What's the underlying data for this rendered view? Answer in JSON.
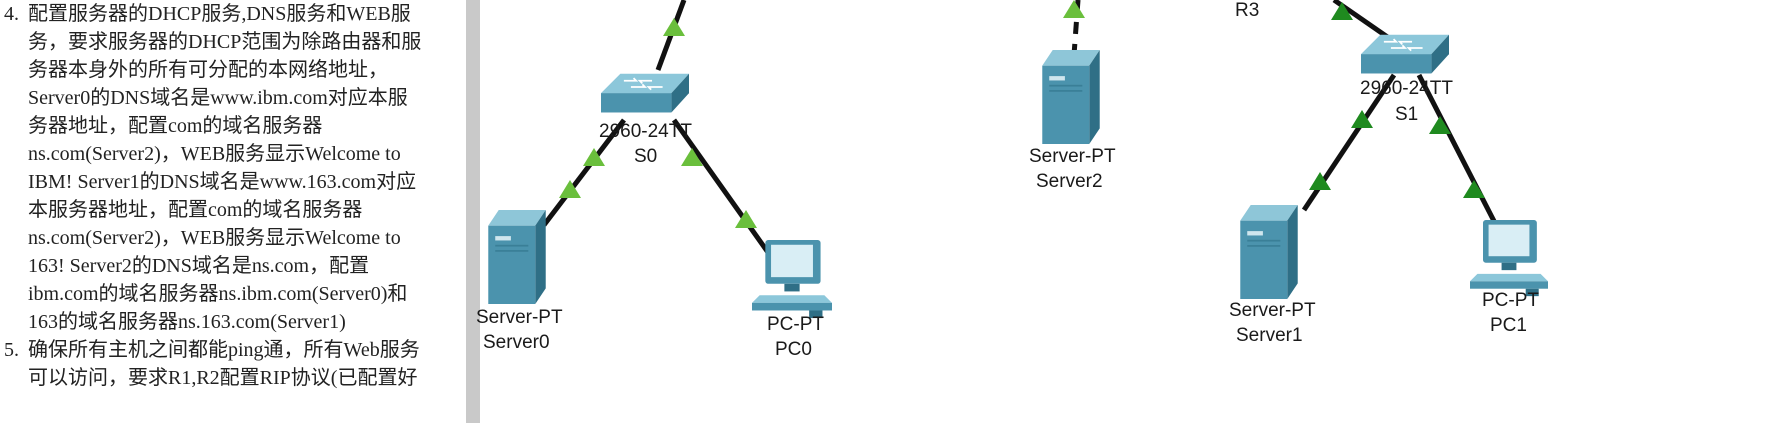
{
  "instructions": {
    "items": [
      {
        "number": "4.",
        "lines": [
          "配置服务器的DHCP服务,DNS服务和WEB服",
          "务，要求服务器的DHCP范围为除路由器和服",
          "务器本身外的所有可分配的本网络地址，",
          "Server0的DNS域名是www.ibm.com对应本服",
          "务器地址，配置com的域名服务器",
          "ns.com(Server2)，WEB服务显示Welcome to",
          "IBM! Server1的DNS域名是www.163.com对应",
          "本服务器地址，配置com的域名服务器",
          "ns.com(Server2)，WEB服务显示Welcome to",
          "163! Server2的DNS域名是ns.com，配置",
          "ibm.com的域名服务器ns.ibm.com(Server0)和",
          "163的域名服务器ns.163.com(Server1)"
        ]
      },
      {
        "number": "5.",
        "lines": [
          "确保所有主机之间都能ping通，所有Web服务",
          "可以访问，要求R1,R2配置RIP协议(已配置好"
        ]
      }
    ]
  },
  "topology": {
    "devices": {
      "s0": {
        "type": "2960-24TT",
        "name": "S0"
      },
      "s1": {
        "type": "2960-24TT",
        "name": "S1"
      },
      "server0": {
        "type": "Server-PT",
        "name": "Server0"
      },
      "server1": {
        "type": "Server-PT",
        "name": "Server1"
      },
      "server2": {
        "type": "Server-PT",
        "name": "Server2"
      },
      "pc0": {
        "type": "PC-PT",
        "name": "PC0"
      },
      "pc1": {
        "type": "PC-PT",
        "name": "PC1"
      },
      "r3_label": "R3"
    },
    "colors": {
      "link": "#111111",
      "link_up_light": "#6abf3c",
      "link_up_dark": "#1f8a1f",
      "device_blue": "#4b93ad",
      "device_blue_dark": "#2f6f86",
      "switch_top": "#7fbdd2"
    }
  }
}
